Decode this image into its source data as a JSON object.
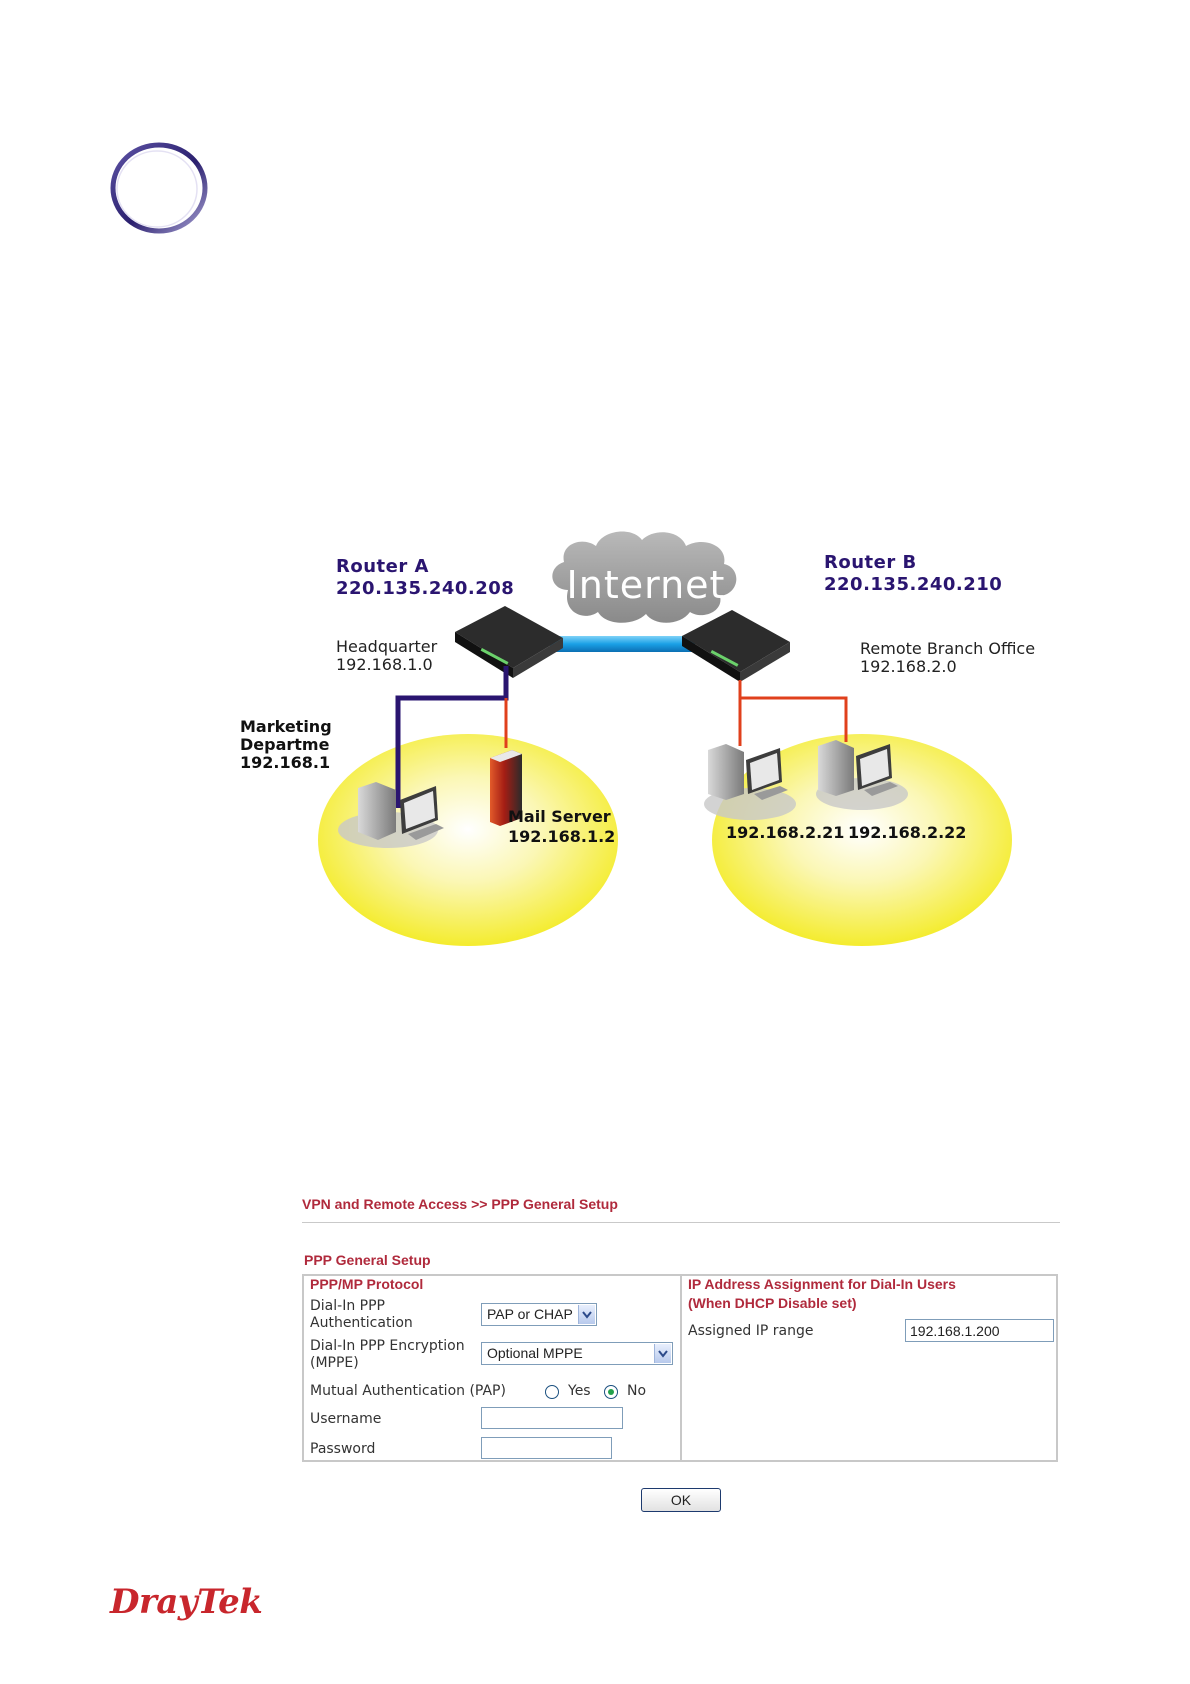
{
  "diagram": {
    "cloud_label": "Internet",
    "router_a": {
      "name": "Router A",
      "ip": "220.135.240.208",
      "site": "Headquarter",
      "subnet": "192.168.1.0"
    },
    "router_b": {
      "name": "Router B",
      "ip": "220.135.240.210",
      "site": "Remote Branch Office",
      "subnet": "192.168.2.0"
    },
    "marketing": {
      "line1": "Marketing",
      "line2": "Departme",
      "line3": "192.168.1"
    },
    "mail_server": {
      "name": "Mail Server",
      "ip": "192.168.1.2"
    },
    "pc1_ip": "192.168.2.21",
    "pc2_ip": "192.168.2.22"
  },
  "ppp_setup": {
    "breadcrumb": "VPN and Remote Access >> PPP General Setup",
    "title": "PPP General Setup",
    "left": {
      "heading": "PPP/MP Protocol",
      "dialin_auth_label_1": "Dial-In PPP",
      "dialin_auth_label_2": "Authentication",
      "dialin_auth_value": "PAP or CHAP",
      "dialin_enc_label_1": "Dial-In PPP Encryption",
      "dialin_enc_label_2": "(MPPE)",
      "dialin_enc_value": "Optional MPPE",
      "mutual_auth_label": "Mutual Authentication (PAP)",
      "yes_label": "Yes",
      "no_label": "No",
      "mutual_auth_selected": "No",
      "username_label": "Username",
      "username_value": "",
      "password_label": "Password",
      "password_value": ""
    },
    "right": {
      "heading_1": "IP Address Assignment for Dial-In Users",
      "heading_2": "(When DHCP Disable set)",
      "assigned_ip_label": "Assigned IP range",
      "assigned_ip_value": "192.168.1.200"
    },
    "ok_label": "OK"
  },
  "footer": {
    "brand": "DrayTek"
  },
  "colors": {
    "accent": "#b02a3c",
    "router_text": "#2a1570",
    "brand": "#c8262c"
  }
}
